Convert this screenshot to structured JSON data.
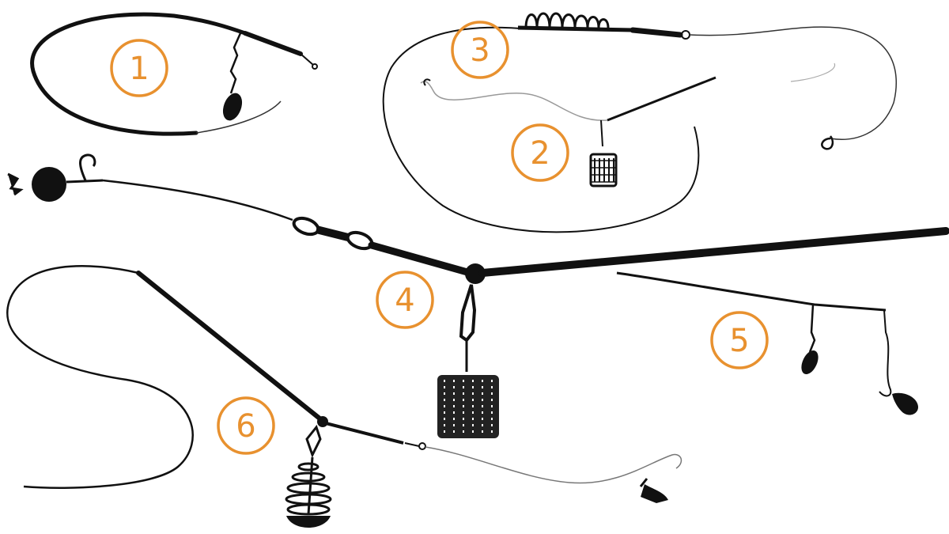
{
  "diagram": {
    "accent_color": "#e8912f",
    "line_color": "#111111",
    "markers": [
      {
        "id": "m1",
        "label": "1"
      },
      {
        "id": "m2",
        "label": "2"
      },
      {
        "id": "m3",
        "label": "3"
      },
      {
        "id": "m4",
        "label": "4"
      },
      {
        "id": "m5",
        "label": "5"
      },
      {
        "id": "m6",
        "label": "6"
      }
    ]
  }
}
